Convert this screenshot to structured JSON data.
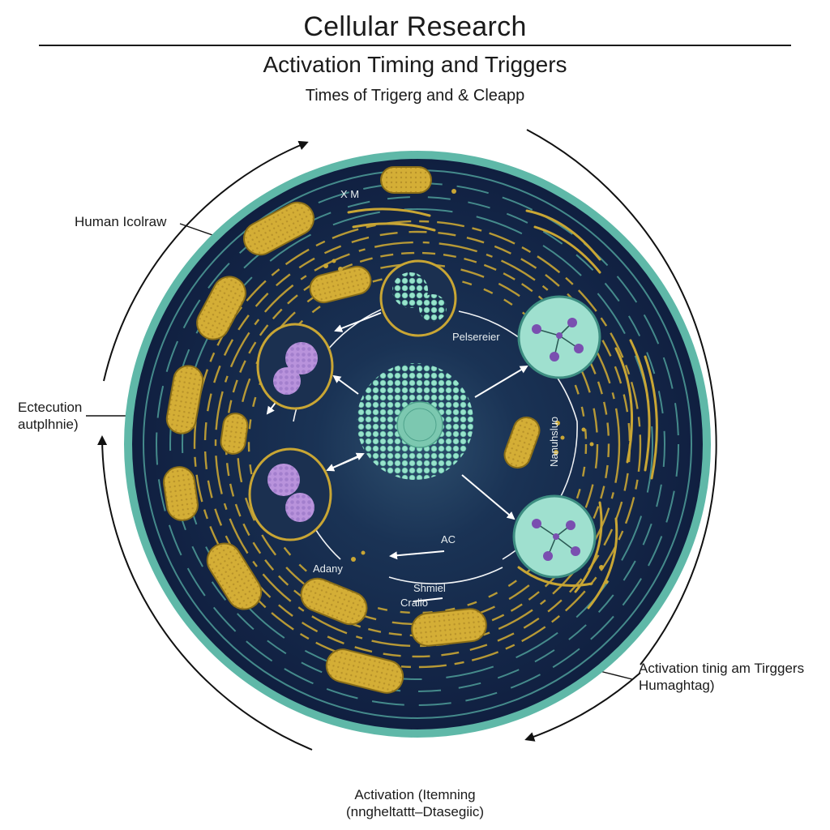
{
  "header": {
    "title": "Cellular Research",
    "subtitle": "Activation Timing and Triggers",
    "subsubtitle": "Times of Trigerg and & Cleapp"
  },
  "labels": {
    "human_kolraw": "Human Icolraw",
    "ectecution_line1": "Ectecution",
    "ectecution_line2": "autplhnie)",
    "right_line1": "Activation tinig am Tirggers",
    "right_line2": "Humaghtag)",
    "bottom_line1": "Activation (Itemning",
    "bottom_line2": "(nngheltattt–Dtasegiic)"
  },
  "inner_labels": {
    "pelsereier": "Pelsereier",
    "adany": "Adany",
    "shmiel": "Shmiel",
    "cralio": "Cralio",
    "right_vertical": "Nanuhsluo",
    "ac": "ΑC",
    "xm": "X M"
  },
  "colors": {
    "cytoplasm": "#13274a",
    "membrane": "#5fb8a8",
    "organelle": "#c9a634",
    "nucleus": "#7fd6b8",
    "vesicle": "#b58fd6",
    "circle_fill": "#9fe0cf"
  }
}
